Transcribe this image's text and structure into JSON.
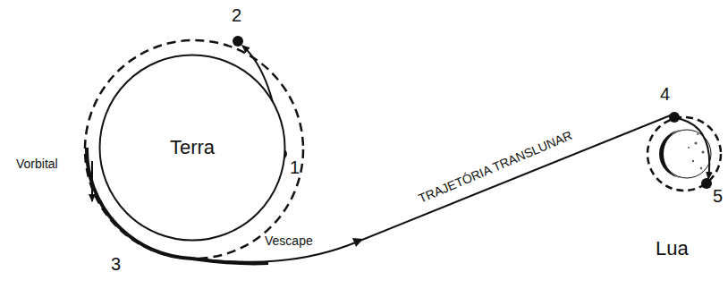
{
  "diagram": {
    "nodes": [
      {
        "text": [
          "Terra"
        ]
      }
    ],
    "labels": [
      "1",
      "2",
      "3",
      "4",
      "5",
      "Vorbital",
      "Vescape",
      "TRAJETÓRIA TRANSLUNAR",
      "Lua"
    ]
  }
}
